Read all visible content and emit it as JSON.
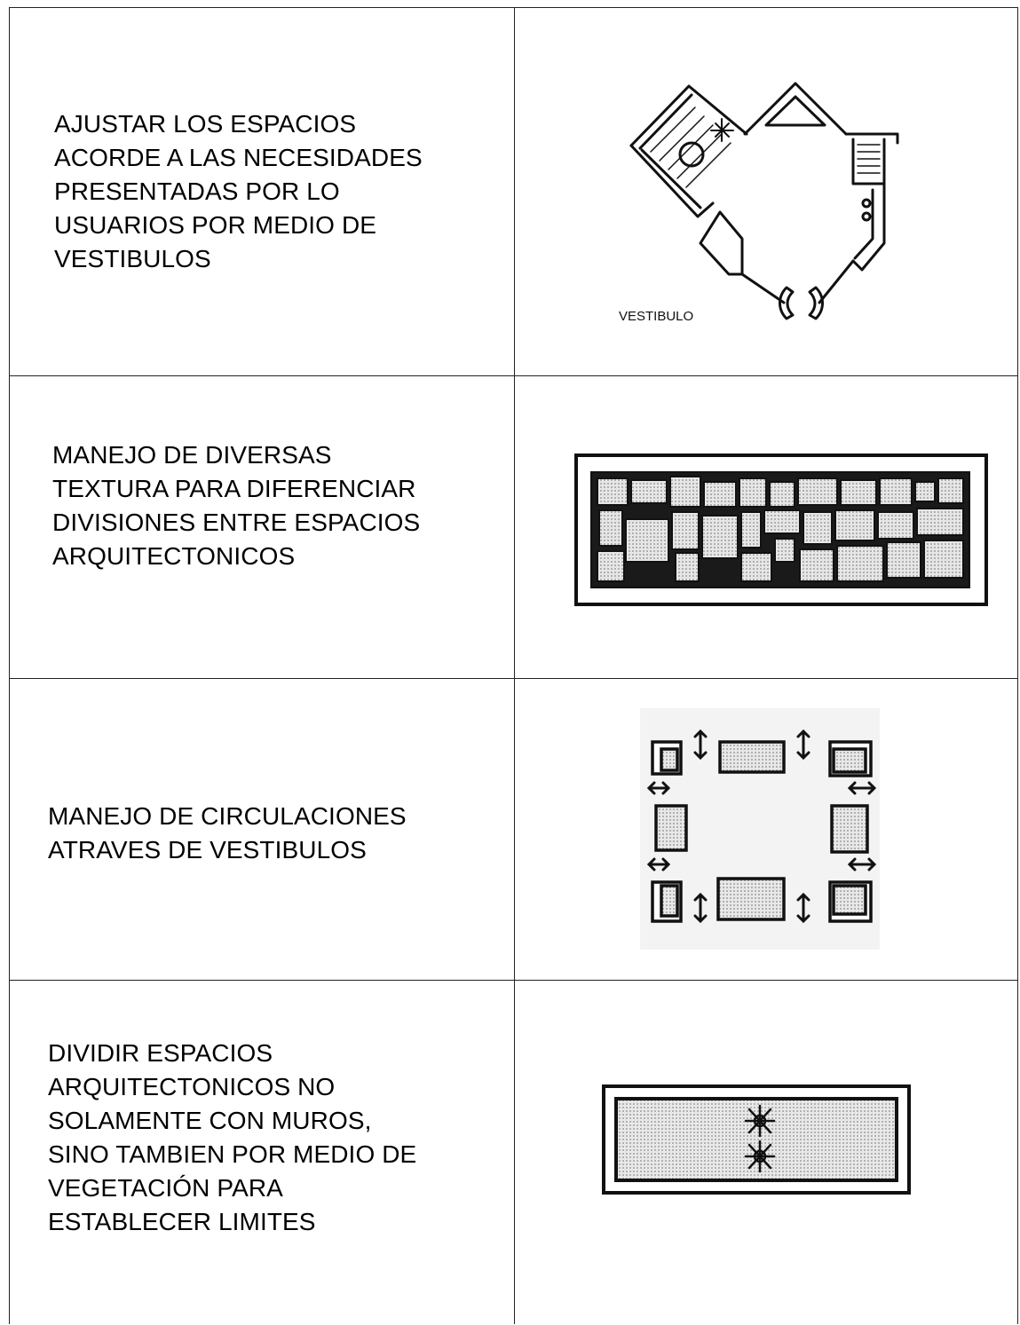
{
  "rows": [
    {
      "lines": [
        "AJUSTAR LOS ESPACIOS",
        "ACORDE A LAS NECESIDADES",
        "PRESENTADAS POR LO",
        "USUARIOS POR MEDIO DE",
        "VESTIBULOS"
      ],
      "sketch_caption": "VESTIBULO"
    },
    {
      "lines": [
        "MANEJO DE DIVERSAS",
        "TEXTURA PARA DIFERENCIAR",
        "DIVISIONES ENTRE ESPACIOS",
        "ARQUITECTONICOS"
      ]
    },
    {
      "lines": [
        "MANEJO DE CIRCULACIONES",
        "ATRAVES DE VESTIBULOS"
      ]
    },
    {
      "lines": [
        "DIVIDIR ESPACIOS",
        "ARQUITECTONICOS NO",
        "SOLAMENTE CON MUROS,",
        "SINO TAMBIEN POR MEDIO DE",
        "VEGETACIÓN PARA",
        "ESTABLECER LIMITES"
      ]
    }
  ],
  "icons": [
    "vestibule-plan-sketch",
    "texture-paving-sketch",
    "circulation-plan-sketch",
    "vegetation-divider-sketch"
  ]
}
